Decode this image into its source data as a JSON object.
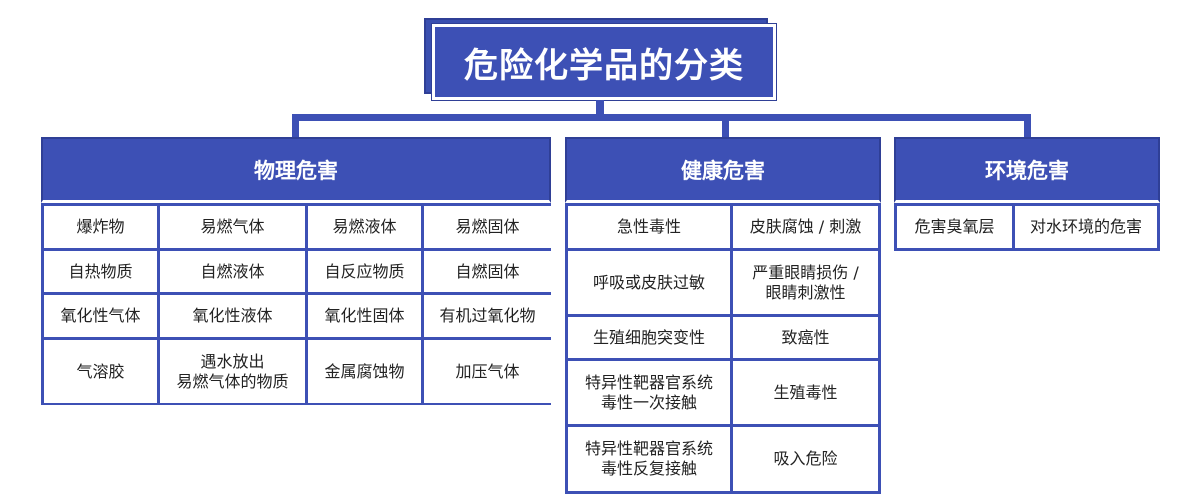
{
  "title": "危险化学品的分类",
  "categories": [
    {
      "name": "物理危害",
      "items": [
        "爆炸物",
        "易燃气体",
        "易燃液体",
        "易燃固体",
        "自热物质",
        "自燃液体",
        "自反应物质",
        "自燃固体",
        "氧化性气体",
        "氧化性液体",
        "氧化性固体",
        "有机过氧化物",
        "气溶胶",
        "遇水放出\n易燃气体的物质",
        "金属腐蚀物",
        "加压气体"
      ]
    },
    {
      "name": "健康危害",
      "items": [
        "急性毒性",
        "皮肤腐蚀 / 刺激",
        "呼吸或皮肤过敏",
        "严重眼睛损伤 /\n眼睛刺激性",
        "生殖细胞突变性",
        "致癌性",
        "特异性靶器官系统\n毒性一次接触",
        "生殖毒性",
        "特异性靶器官系统\n毒性反复接触",
        "吸入危险"
      ]
    },
    {
      "name": "环境危害",
      "items": [
        "危害臭氧层",
        "对水环境的危害"
      ]
    }
  ],
  "colors": {
    "primary": "#3d50b5",
    "border": "#2f3f96",
    "cell_bg": "#ffffff"
  }
}
